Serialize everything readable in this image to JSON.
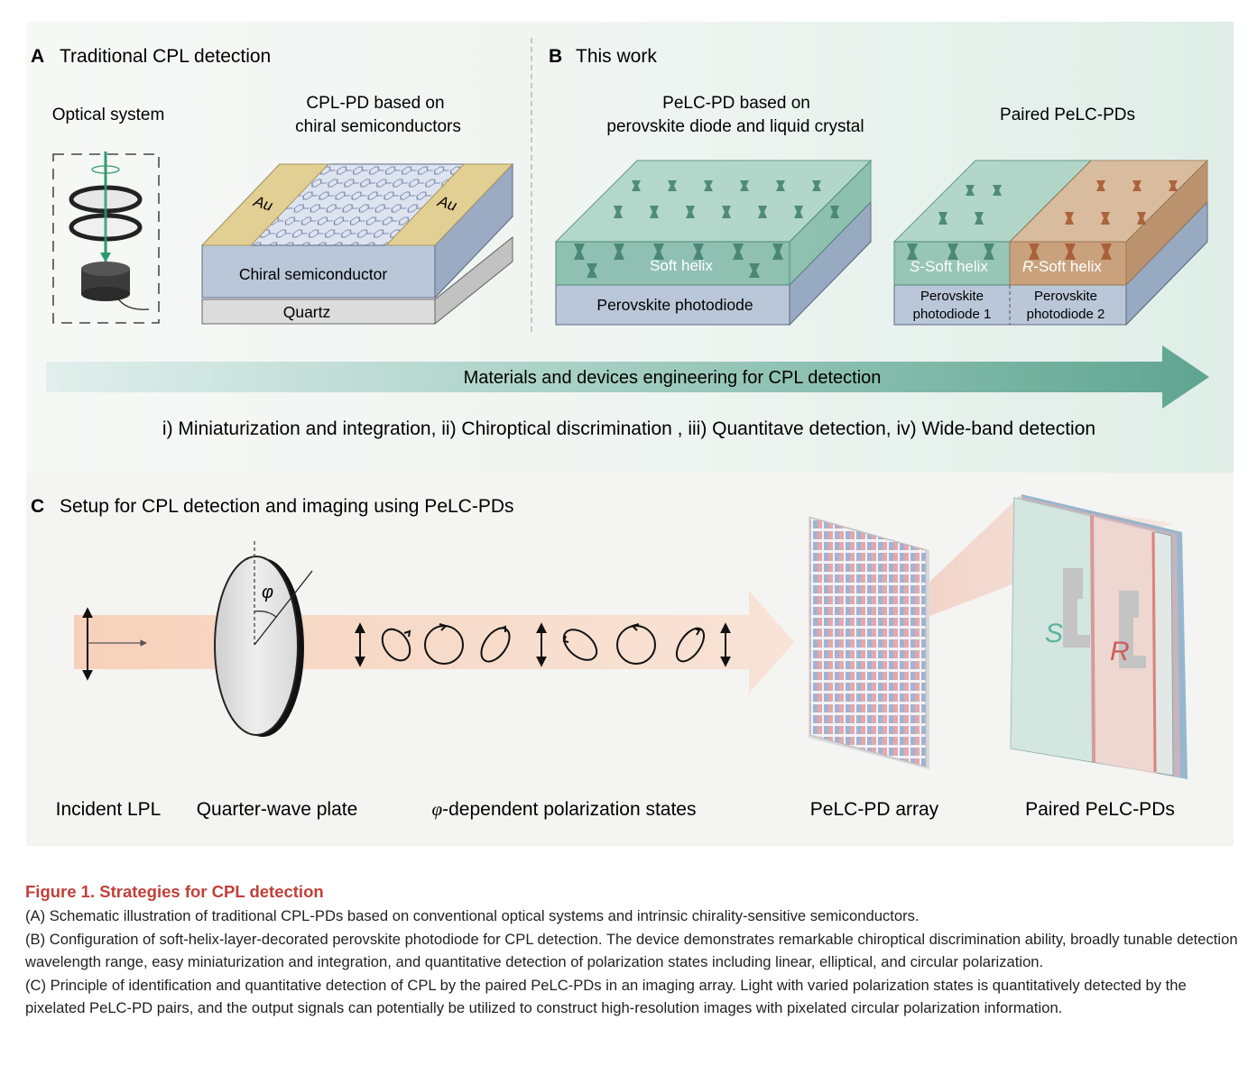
{
  "panelA": {
    "letter": "A",
    "title": "Traditional CPL detection",
    "optical_label": "Optical system",
    "cplpd_label_line1": "CPL-PD based on",
    "cplpd_label_line2": "chiral semiconductors",
    "au_left": "Au",
    "au_right": "Au",
    "chiral_layer": "Chiral semiconductor",
    "substrate": "Quartz"
  },
  "panelB": {
    "letter": "B",
    "title": "This work",
    "pelc_label_line1": "PeLC-PD based on",
    "pelc_label_line2": "perovskite diode and liquid crystal",
    "soft_helix": "Soft helix",
    "perovskite_photodiode": "Perovskite photodiode",
    "paired_label": "Paired PeLC-PDs",
    "s_prefix": "S",
    "s_soft_helix": "-Soft helix",
    "r_prefix": "R",
    "r_soft_helix": "-Soft helix",
    "pd1_line1": "Perovskite",
    "pd1_line2": "photodiode 1",
    "pd2_line1": "Perovskite",
    "pd2_line2": "photodiode 2"
  },
  "arrow": {
    "label": "Materials and devices engineering for CPL detection",
    "goals": "i) Miniaturization and integration, ii) Chiroptical discrimination , iii) Quantitave detection, iv) Wide-band detection"
  },
  "panelC": {
    "letter": "C",
    "title": "Setup for CPL detection and imaging using PeLC-PDs",
    "phi": "φ",
    "s_letter": "S",
    "r_letter": "R",
    "labels": {
      "incident": "Incident LPL",
      "qwp": "Quarter-wave plate",
      "phi_symbol": "φ",
      "states": "-dependent polarization states",
      "array": "PeLC-PD array",
      "paired": "Paired PeLC-PDs"
    }
  },
  "caption": {
    "title": "Figure 1.  Strategies for CPL detection",
    "a": "(A) Schematic illustration of traditional CPL-PDs based on conventional optical systems and intrinsic chirality-sensitive semiconductors.",
    "b": "(B) Configuration of soft-helix-layer-decorated perovskite photodiode for CPL detection. The device demonstrates remarkable chiroptical discrimination ability, broadly tunable detection wavelength range, easy miniaturization and integration, and quantitative detection of polarization states including linear, elliptical, and circular polarization.",
    "c": "(C) Principle of identification and quantitative detection of CPL by the paired PeLC-PDs in an imaging array. Light with varied polarization states is quantitatively detected by the pixelated PeLC-PD pairs, and the output signals can potentially be utilized to construct high-resolution images with pixelated circular polarization information."
  },
  "colors": {
    "caption_title": "#c2403a",
    "lc_green": "#7fb8a6",
    "lc_orange": "#c79a72",
    "device_blue": "#b8c5d3",
    "arrow_teal": "#5ea590"
  }
}
